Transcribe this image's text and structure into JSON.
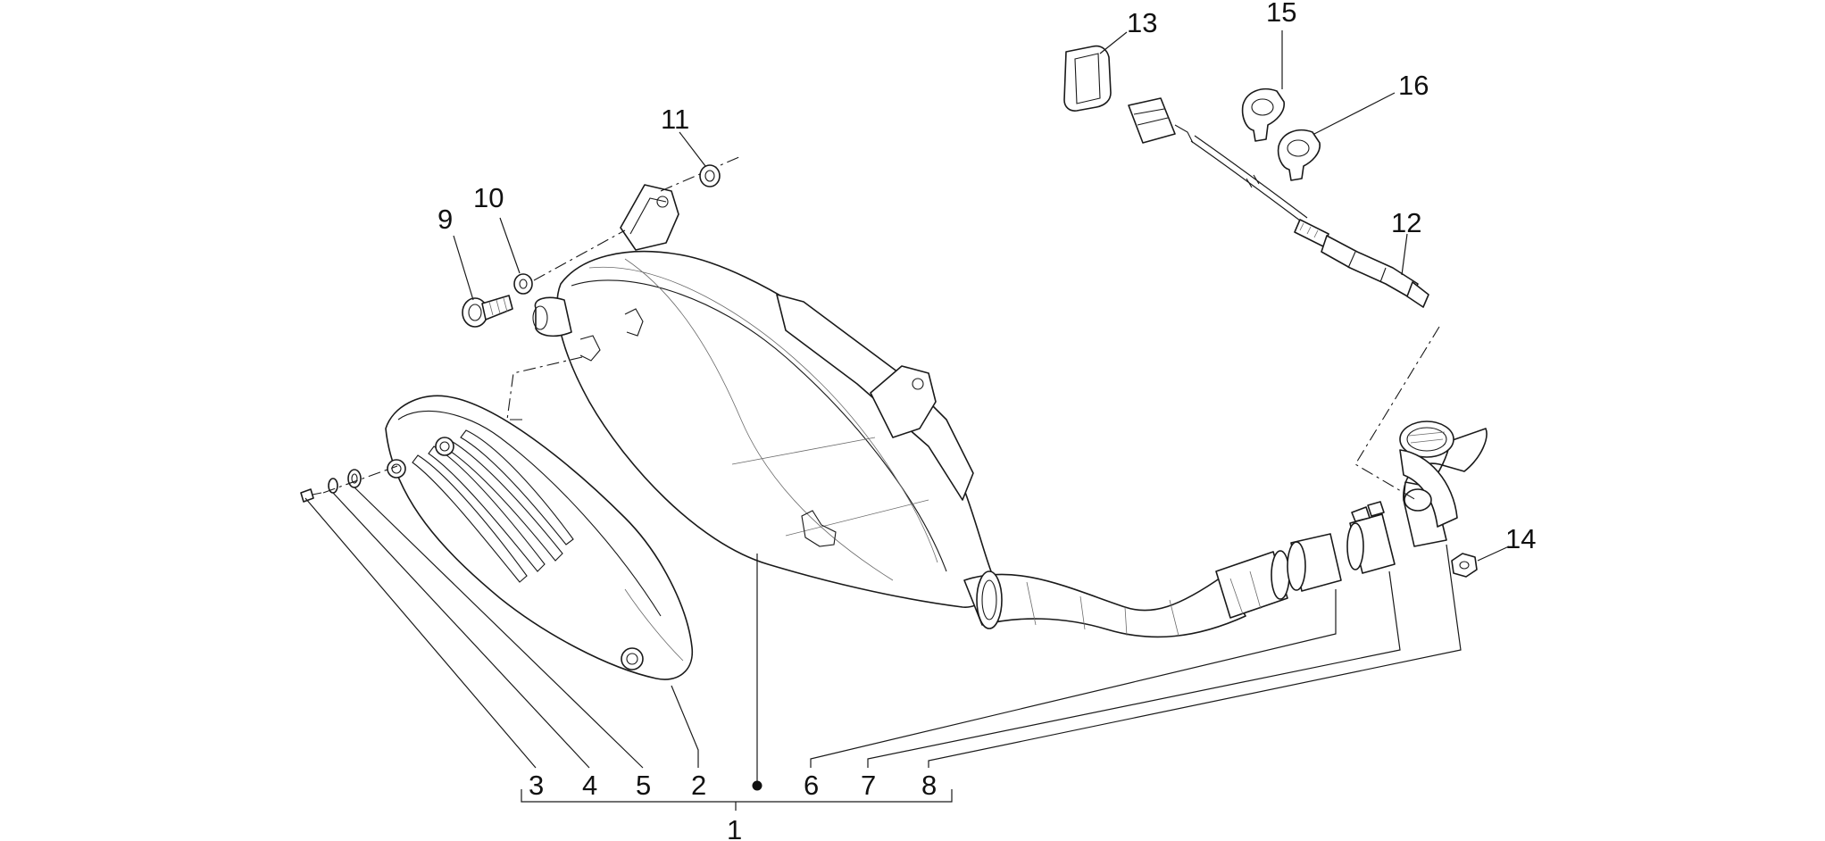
{
  "diagram": {
    "callouts": [
      {
        "id": "1",
        "label": "1"
      },
      {
        "id": "2",
        "label": "2"
      },
      {
        "id": "3",
        "label": "3"
      },
      {
        "id": "4",
        "label": "4"
      },
      {
        "id": "5",
        "label": "5"
      },
      {
        "id": "6",
        "label": "6"
      },
      {
        "id": "7",
        "label": "7"
      },
      {
        "id": "8",
        "label": "8"
      },
      {
        "id": "9",
        "label": "9"
      },
      {
        "id": "10",
        "label": "10"
      },
      {
        "id": "11",
        "label": "11"
      },
      {
        "id": "12",
        "label": "12"
      },
      {
        "id": "13",
        "label": "13"
      },
      {
        "id": "14",
        "label": "14"
      },
      {
        "id": "15",
        "label": "15"
      },
      {
        "id": "16",
        "label": "16"
      }
    ],
    "colors": {
      "line": "#1a1a1a",
      "background": "#ffffff"
    }
  }
}
